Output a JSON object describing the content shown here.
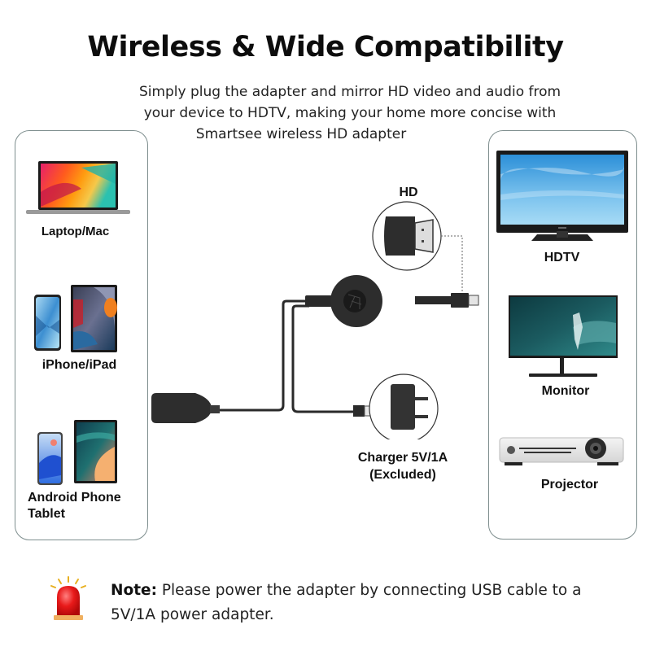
{
  "header": {
    "title": "Wireless & Wide Compatibility",
    "subtitle_lines": [
      "Simply plug the adapter and mirror HD video and audio from",
      "your device to HDTV, making your home more concise with",
      "Smartsee wireless HD adapter"
    ]
  },
  "source_devices": [
    {
      "label": "Laptop/Mac",
      "icon": "laptop-icon"
    },
    {
      "label": "iPhone/iPad",
      "icon": "iphone-ipad-icon"
    },
    {
      "label_lines": [
        "Android Phone",
        "Tablet"
      ],
      "icon": "android-phone-tablet-icon"
    }
  ],
  "display_devices": [
    {
      "label": "HDTV",
      "icon": "hdtv-icon"
    },
    {
      "label": "Monitor",
      "icon": "monitor-icon"
    },
    {
      "label": "Projector",
      "icon": "projector-icon"
    }
  ],
  "adapter": {
    "hd_label": "HD",
    "charger_label_lines": [
      "Charger 5V/1A",
      "(Excluded)"
    ]
  },
  "note": {
    "prefix": "Note:",
    "text_line1": " Please power the adapter by connecting USB cable to a",
    "text_line2": "5V/1A power adapter.",
    "icon": "warning-light-icon"
  },
  "colors": {
    "panel_border": "#7e8e8e",
    "device_black": "#2a2a2a",
    "alert_red": "#e01818"
  }
}
